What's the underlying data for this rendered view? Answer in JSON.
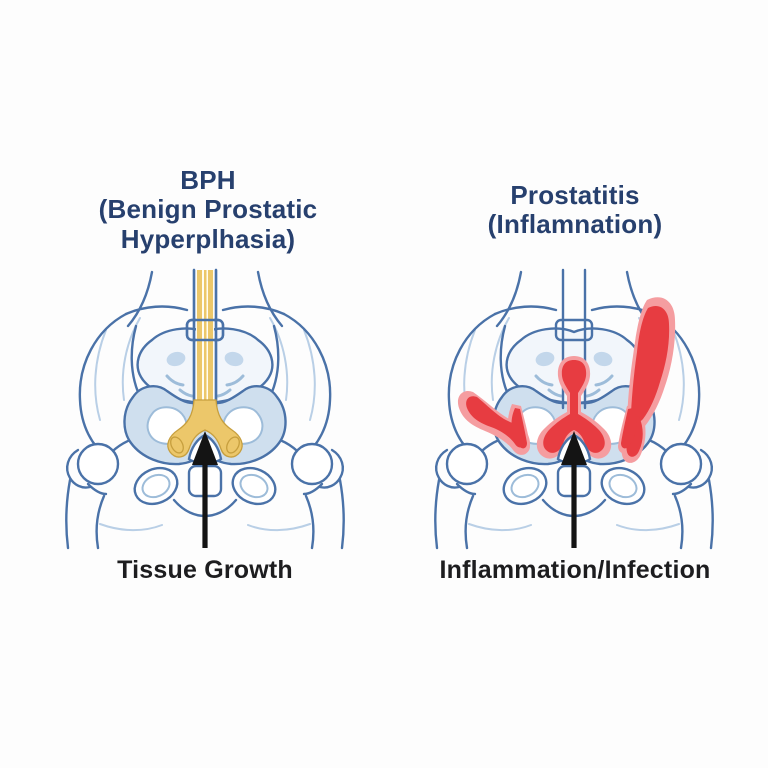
{
  "panels": {
    "left": {
      "title": "BPH\n(Benign Prostatic\nHyperplhasia)",
      "caption": "Tissue Growth"
    },
    "right": {
      "title": "Prostatitis\n(Inflamnation)",
      "caption": "Inflammation/Infection"
    }
  },
  "colors": {
    "background": "#fdfdfd",
    "title_text": "#27406e",
    "caption_text": "#1d1d1f",
    "outline_blue": "#4a72a8",
    "outline_light": "#9dbcd9",
    "shading_blue": "#b9cfe6",
    "fill_light_blue": "#cfdfee",
    "fill_pale": "#f2f6fb",
    "foramina_blue": "#c3d7eb",
    "yellow": "#ecc76a",
    "yellow_edge": "#c79f3e",
    "band_interior": "#fffdf2",
    "red_core": "#e73c41",
    "red_halo": "#f59da0",
    "arrow_black": "#141414"
  }
}
